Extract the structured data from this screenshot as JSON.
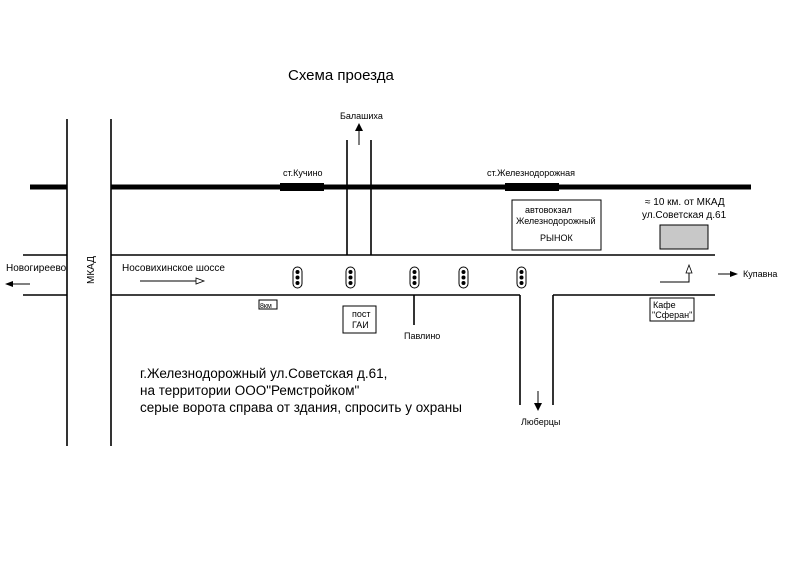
{
  "title": "Схема проезда",
  "roads": {
    "mkad": "МКАД",
    "novogireevo": "Новогиреево",
    "nosovikhinskoe": "Носовихинское шоссе",
    "balashikha": "Балашиха",
    "lyubertsy": "Люберцы",
    "kupavna": "Купавна",
    "pavlino": "Павлино"
  },
  "stations": {
    "kuchino": "ст.Кучино",
    "zheleznodorozhnaya": "ст.Железнодорожная"
  },
  "landmarks": {
    "bus_station_line1": "автовокзал",
    "bus_station_line2": "Железнодорожный",
    "market": "РЫНОК",
    "distance_line1": "≈ 10 км. от МКАД",
    "distance_line2": "ул.Советская д.61",
    "km_marker": "8км",
    "gai_line1": "пост",
    "gai_line2": "ГАИ",
    "cafe_line1": "Кафе",
    "cafe_line2": "\"Сферан\""
  },
  "address": {
    "line1": "г.Железнодорожный  ул.Советская д.61,",
    "line2": "на территории  ООО\"Ремстройком\"",
    "line3": "серые ворота справа от здания, спросить у  охраны"
  },
  "colors": {
    "destination_fill": "#c8c8c8",
    "line": "#000000"
  }
}
